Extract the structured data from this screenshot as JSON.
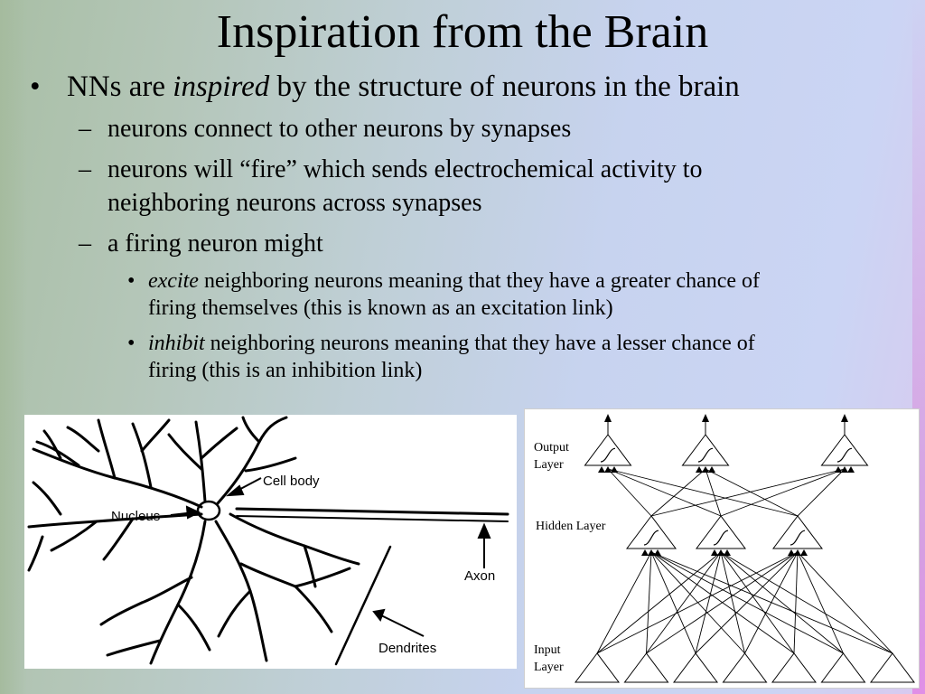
{
  "slide": {
    "title": "Inspiration from the Brain",
    "bullet_glyph": "•",
    "dash_glyph": "–",
    "b1": {
      "pre": "NNs are ",
      "em": "inspired",
      "post": " by the structure of neurons in the brain"
    },
    "s1": "neurons connect to other neurons by synapses",
    "s2_l1": "neurons will “fire” which sends electrochemical activity to",
    "s2_l2": "neighboring neurons across synapses",
    "s3": "a firing neuron might",
    "t1": {
      "em": "excite",
      "post_l1": " neighboring neurons  meaning that they have a greater chance of",
      "l2": "firing themselves (this is known as an excitation link)"
    },
    "t2": {
      "em": "inhibit",
      "post_l1": " neighboring neurons meaning that they have a lesser chance of",
      "l2": "firing (this is an inhibition link)"
    }
  },
  "neuron_figure": {
    "cell_body": "Cell body",
    "nucleus": "Nucleus",
    "axon": "Axon",
    "dendrites": "Dendrites"
  },
  "network_figure": {
    "output_l1": "Output",
    "output_l2": "Layer",
    "hidden": "Hidden Layer",
    "input_l1": "Input",
    "input_l2": "Layer",
    "input_units": 7,
    "hidden_units": 3,
    "output_units": 3
  }
}
